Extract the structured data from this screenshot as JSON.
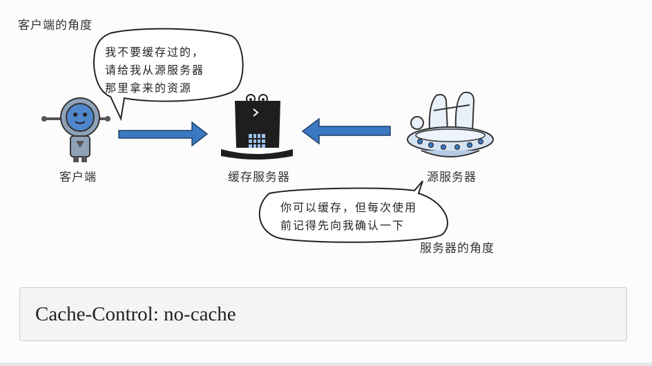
{
  "perspectives": {
    "client": "客户端的角度",
    "server": "服务器的角度"
  },
  "nodes": {
    "client": "客户端",
    "cache_server": "缓存服务器",
    "origin_server": "源服务器"
  },
  "bubbles": {
    "client_lines": [
      "我不要缓存过的，",
      "请给我从源服务器",
      "那里拿来的资源"
    ],
    "server_lines": [
      "你可以缓存，但每次使用",
      "前记得先向我确认一下"
    ]
  },
  "header": {
    "code": "Cache-Control: no-cache"
  },
  "colors": {
    "arrow": "#3a78c2",
    "robot": "#6f97c4",
    "hat": "#1e1e1e",
    "background": "#fcfcfc"
  }
}
